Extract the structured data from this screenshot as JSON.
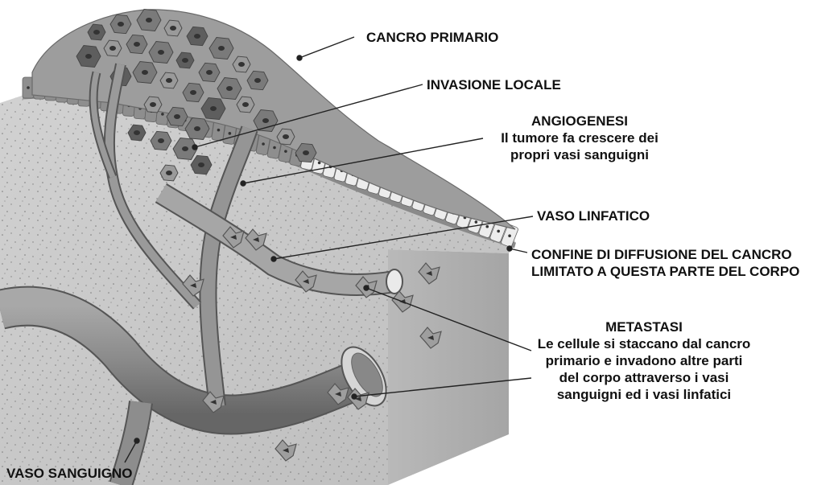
{
  "labels": {
    "primary_cancer": "CANCRO PRIMARIO",
    "local_invasion": "INVASIONE LOCALE",
    "angiogenesis": {
      "title": "ANGIOGENESI",
      "line1": "Il tumore fa crescere dei",
      "line2": "propri vasi sanguigni"
    },
    "lymph_vessel": "VASO LINFATICO",
    "boundary": {
      "line1": "CONFINE DI DIFFUSIONE DEL CANCRO",
      "line2": "LIMITATO A QUESTA PARTE DEL CORPO"
    },
    "metastasis": {
      "title": "METASTASI",
      "line1": "Le cellule si staccano dal cancro",
      "line2": "primario e invadono altre parti",
      "line3": "del corpo attraverso i vasi",
      "line4": "sanguigni ed i vasi linfatici"
    },
    "blood_vessel": "VASO SANGUIGNO"
  },
  "colors": {
    "tissue_face": "#c9c9c9",
    "tissue_side": "#b3b3b3",
    "tissue_back": "#a2a2a2",
    "cell_light": "#ececec",
    "cell_dark": "#8e8e8e",
    "tumor_dark": "#6c6c6c",
    "vessel": "#8a8a8a",
    "vessel_edge": "#555555",
    "leader_line": "#222222",
    "text": "#111111"
  }
}
